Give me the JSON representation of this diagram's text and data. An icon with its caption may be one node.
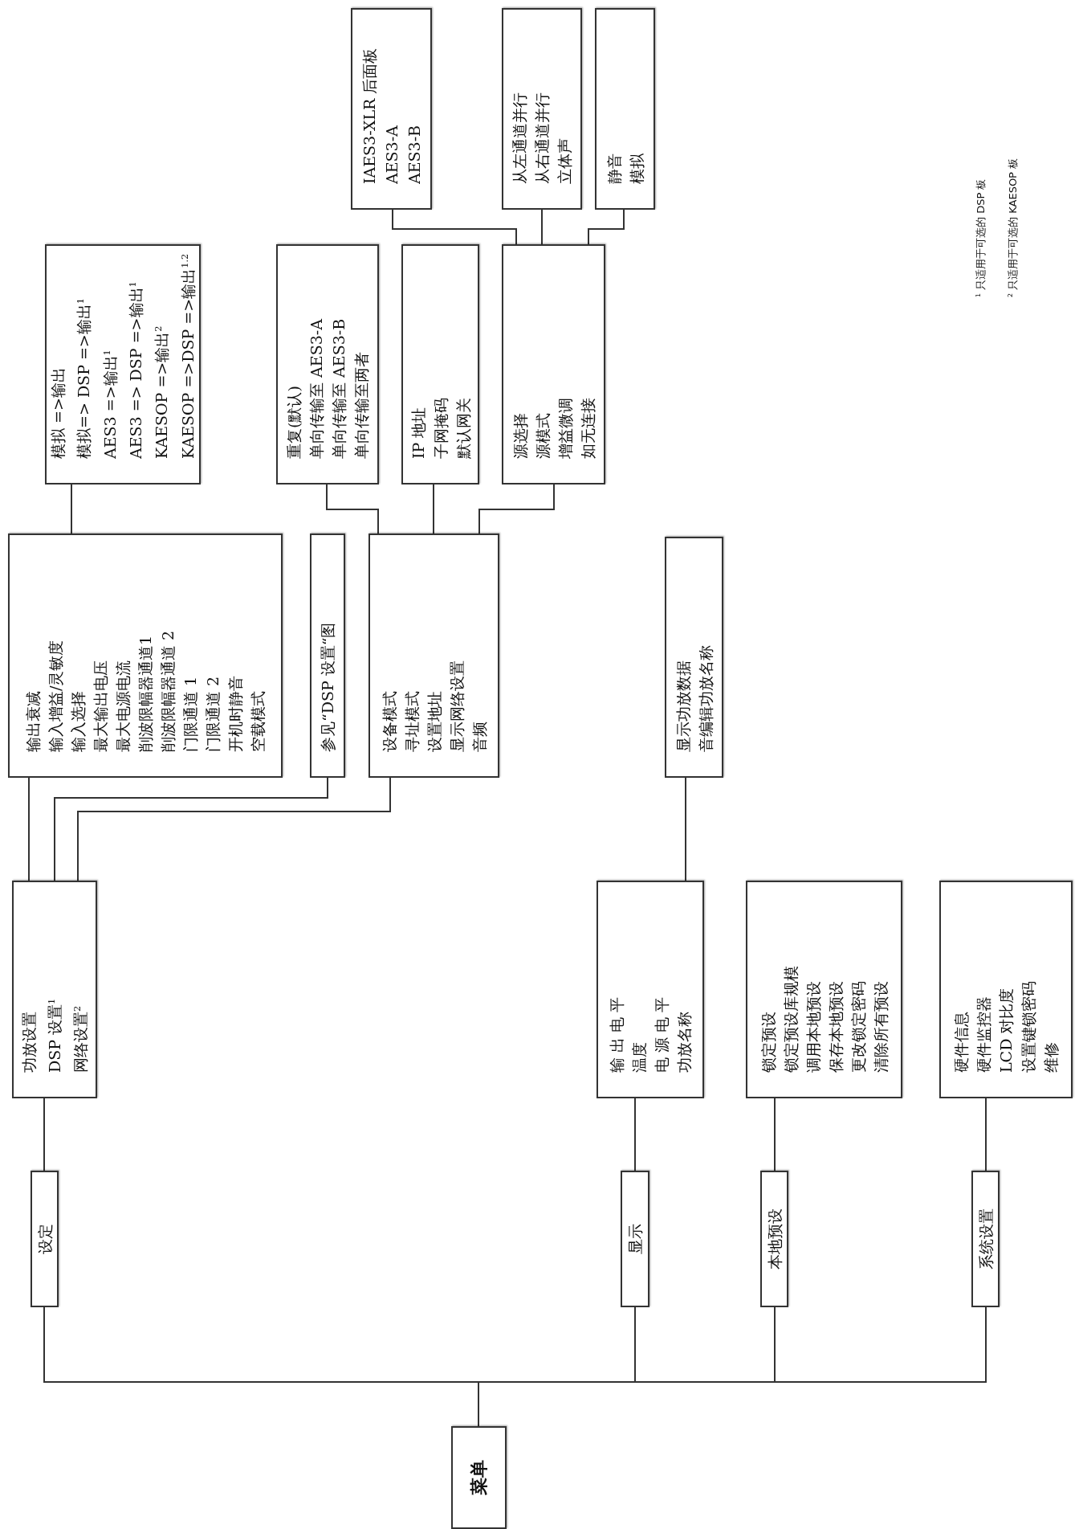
{
  "diagram": {
    "nodes": [
      {
        "text": [
          "菜单"
        ]
      },
      {
        "text": [
          "设定"
        ]
      },
      {
        "text": [
          "显示"
        ]
      },
      {
        "text": [
          "本地预设"
        ]
      },
      {
        "text": [
          "系统设置"
        ]
      },
      {
        "text": [
          "功放设置",
          "DSP 设置$^{1}$",
          "网络设置$^{2}$"
        ]
      },
      {
        "text": [
          "输 出 电 平",
          "温度",
          "电 源 电 平",
          "功放名称"
        ]
      },
      {
        "text": [
          "锁定预设",
          "锁定预设库规模",
          "调用本地预设",
          "保存本地预设",
          "更改锁定密码",
          "清除所有预设"
        ]
      },
      {
        "text": [
          "硬件信息",
          "硬件监控器",
          "LCD 对比度",
          "设置键锁密码",
          "维修"
        ]
      },
      {
        "text": [
          "输出衰减",
          "输入增益/灵敏度",
          "输入选择",
          "最大输出电压",
          "最大电源电流",
          "削波限幅器通道1",
          "削波限幅器通道 2",
          "门限通道 1",
          "门限通道 2",
          "开机时静音",
          "空载模式"
        ]
      },
      {
        "text": [
          "参见“DSP 设置“图"
        ]
      },
      {
        "text": [
          "设备模式",
          "寻址模式",
          "设置地址",
          "显示网络设置",
          "音频"
        ]
      },
      {
        "text": [
          "显示功放数据",
          "音编辑功放名称"
        ]
      },
      {
        "text": [
          "模拟 =>输出",
          "模拟=> DSP =>输出$^{1}$",
          "AES3 =>输出$^{1}$",
          "AES3 => DSP =>输出$^{1}$",
          "KAESOP =>输出$^{2}$",
          "KAESOP =>DSP =>输出$^{1.2}$"
        ]
      },
      {
        "text": [
          "重复(默认)",
          "单向传输至 AES3-A",
          "单向传输至 AES3-B",
          "单向传输至两者"
        ]
      },
      {
        "text": [
          "IP 地址",
          "子网掩码",
          "默认网关"
        ]
      },
      {
        "text": [
          "源选择",
          "源模式",
          "增益微调",
          "如无连接"
        ]
      },
      {
        "text": [
          "IAES3-XLR 后面板",
          "AES3-A",
          "AES3-B"
        ]
      },
      {
        "text": [
          "从左通道并行",
          "从右通道并行",
          "立体声"
        ]
      },
      {
        "text": [
          "静音",
          "模拟"
        ]
      }
    ],
    "edges": [
      {
        "from": 0,
        "to": 1,
        "arrow": "none"
      },
      {
        "from": 0,
        "to": 2,
        "arrow": "none"
      },
      {
        "from": 0,
        "to": 3,
        "arrow": "none"
      },
      {
        "from": 0,
        "to": 4,
        "arrow": "none"
      },
      {
        "from": 1,
        "to": 5,
        "arrow": "none"
      },
      {
        "from": 2,
        "to": 6,
        "arrow": "none"
      },
      {
        "from": 3,
        "to": 7,
        "arrow": "none"
      },
      {
        "from": 4,
        "to": 8,
        "arrow": "none"
      },
      {
        "from": 5,
        "to": 9,
        "arrow": "none"
      },
      {
        "from": 5,
        "to": 10,
        "arrow": "none"
      },
      {
        "from": 5,
        "to": 11,
        "arrow": "none"
      },
      {
        "from": 6,
        "to": 12,
        "arrow": "none"
      },
      {
        "from": 9,
        "to": 13,
        "arrow": "none"
      },
      {
        "from": 11,
        "to": 14,
        "arrow": "none"
      },
      {
        "from": 11,
        "to": 15,
        "arrow": "none"
      },
      {
        "from": 11,
        "to": 16,
        "arrow": "none"
      },
      {
        "from": 16,
        "to": 17,
        "arrow": "none"
      },
      {
        "from": 16,
        "to": 18,
        "arrow": "none"
      },
      {
        "from": 16,
        "to": 19,
        "arrow": "none"
      }
    ],
    "labels": [
      "$^{1}$ 只适用于可选的 DSP 板",
      "$^{2}$ 只适用于可选的 KAESOP 板"
    ]
  }
}
